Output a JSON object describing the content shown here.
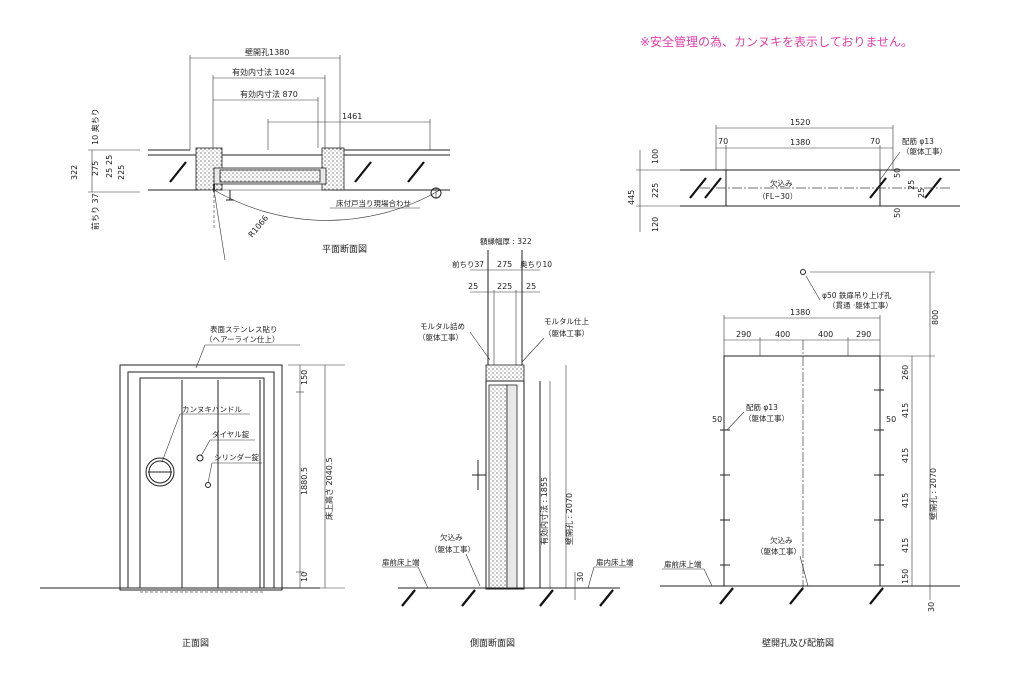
{
  "notice": "※安全管理の為、カンヌキを表示しておりません。",
  "plan": {
    "caption": "平面断面図",
    "dims": {
      "wall_opening": "壁開孔1380",
      "effective_inner": "有効内寸法 1024",
      "effective_870": "有効内寸法 870",
      "d1461": "1461",
      "radius": "R1066",
      "d322": "322",
      "d275": "275",
      "d25a": "25",
      "d25b": "25",
      "d225": "225",
      "front_10": "10 奥ちり",
      "front_37": "前ちり 37"
    },
    "floor_note": "床付戸当り現場合わせ"
  },
  "front": {
    "caption": "正面図",
    "finish_note_1": "表面ステンレス貼り",
    "finish_note_2": "（ヘアーライン仕上）",
    "handle": "カンヌキハンドル",
    "dial_lock": "ダイヤル錠",
    "cylinder_lock": "シリンダー錠",
    "d150": "150",
    "d1880_5": "1880.5",
    "total_height": "床上高さ 2040.5",
    "d10": "10"
  },
  "side": {
    "caption": "側面断面図",
    "frame_depth": "額縁幅厚 : 322",
    "front_37": "前ちり37",
    "d275": "275",
    "rear_10": "奥ちり10",
    "d25a": "25",
    "d225": "225",
    "d25b": "25",
    "mortar_fill_1": "モルタル詰め",
    "mortar_fill_2": "（躯体工事）",
    "mortar_finish_1": "モルタル仕上",
    "mortar_finish_2": "（躯体工事）",
    "effective_h": "有効内寸法 : 1855",
    "opening_h": "壁開孔 : 2070",
    "notch_1": "欠込み",
    "notch_2": "（躯体工事）",
    "front_floor": "扉前床上端",
    "inner_floor": "扉内床上端",
    "d30": "30"
  },
  "top_section": {
    "d1520": "1520",
    "d70a": "70",
    "d70b": "70",
    "d1380": "1380",
    "rebar_1": "配筋 φ13",
    "rebar_2": "（躯体工事）",
    "notch_1": "欠込み",
    "notch_2": "（FL−30）",
    "d100": "100",
    "d445": "445",
    "d225": "225",
    "d120": "120",
    "d50a": "50",
    "d50b": "50",
    "d25a": "25",
    "d25b": "25"
  },
  "opening": {
    "caption": "壁開孔及び配筋図",
    "lift_hole_1": "φ50 鉄扉吊り上げ孔",
    "lift_hole_2": "（貫通 ·躯体工事）",
    "d1380": "1380",
    "d290a": "290",
    "d400a": "400",
    "d400b": "400",
    "d290b": "290",
    "d800": "800",
    "d260": "260",
    "d415a": "415",
    "d415b": "415",
    "d415c": "415",
    "d415d": "415",
    "d150": "150",
    "d30": "30",
    "d50a": "50",
    "d50b": "50",
    "rebar_1": "配筋 φ13",
    "rebar_2": "（躯体工事）",
    "notch_1": "欠込み",
    "notch_2": "（躯体工事）",
    "front_floor": "扉前床上端",
    "height": "壁開孔 : 2070"
  },
  "colors": {
    "notice": "#e040a8",
    "line": "#222222"
  }
}
